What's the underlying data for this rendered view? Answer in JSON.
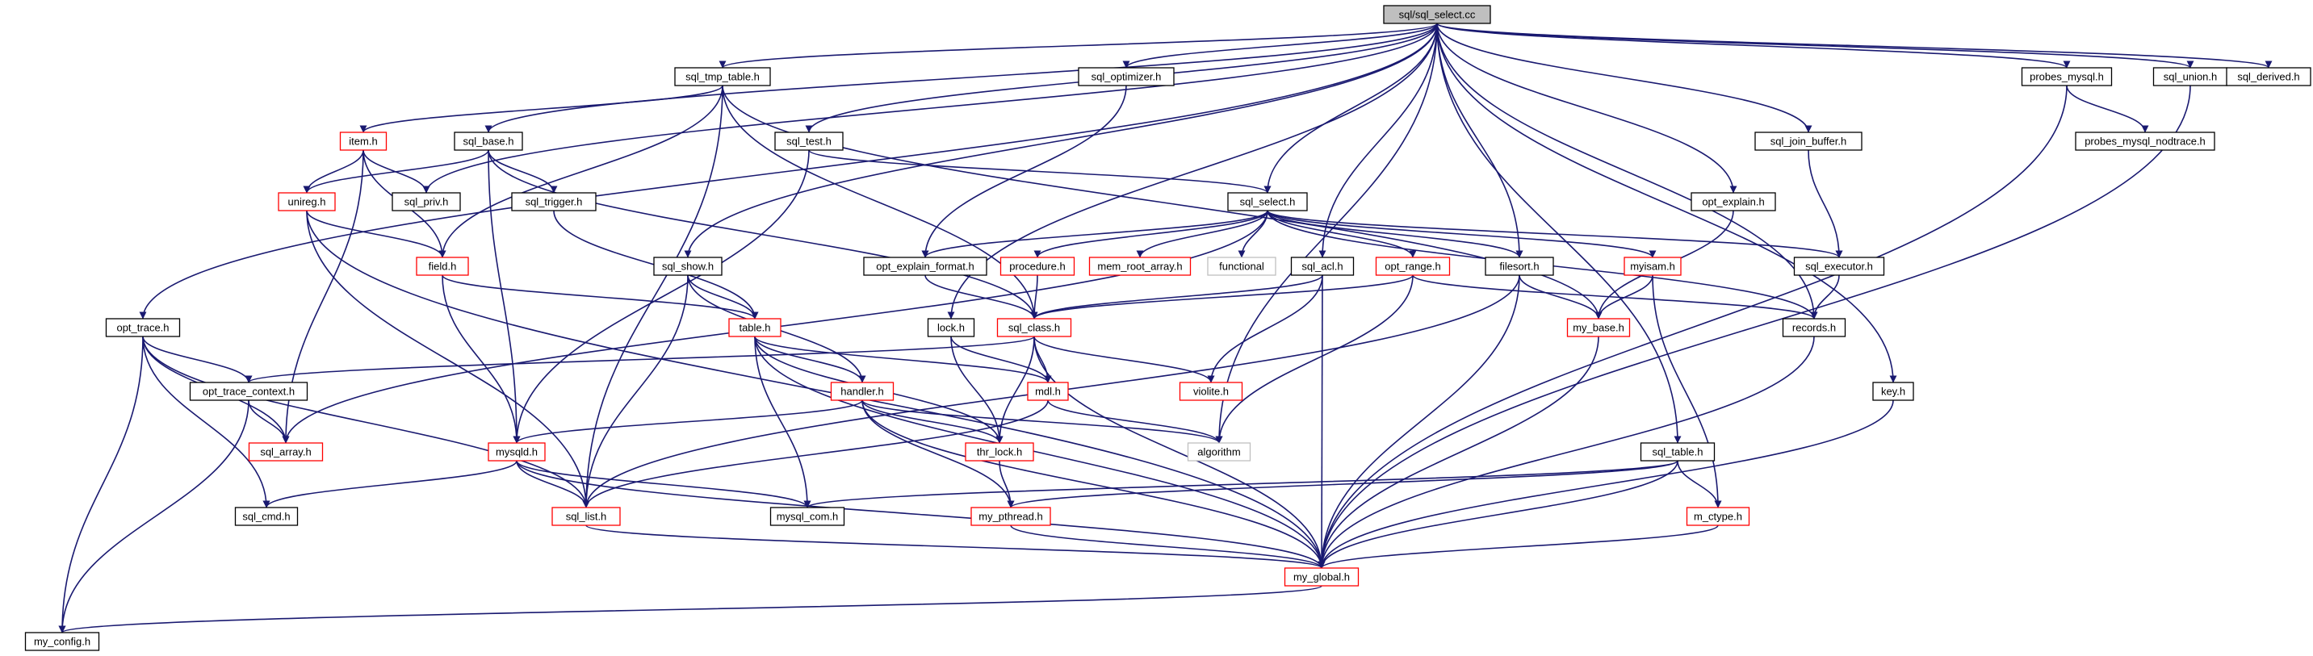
{
  "colors": {
    "edge": "#191970",
    "root_fill": "#bfbfbf",
    "root_border": "#000000",
    "default_border": "#000000",
    "truncated_border": "#ff0000",
    "external_border": "#bfbfbf",
    "external_text": "#6e6e6e",
    "node_fill": "#ffffff"
  },
  "graph": {
    "root": "sql/sql_select.cc",
    "nodes": [
      {
        "id": "sql_select_cc",
        "label": "sql/sql_select.cc",
        "kind": "root"
      },
      {
        "id": "sql_tmp_table_h",
        "label": "sql_tmp_table.h",
        "kind": "default"
      },
      {
        "id": "sql_optimizer_h",
        "label": "sql_optimizer.h",
        "kind": "default"
      },
      {
        "id": "probes_mysql_h",
        "label": "probes_mysql.h",
        "kind": "default"
      },
      {
        "id": "sql_union_h",
        "label": "sql_union.h",
        "kind": "default"
      },
      {
        "id": "sql_derived_h",
        "label": "sql_derived.h",
        "kind": "default"
      },
      {
        "id": "item_h",
        "label": "item.h",
        "kind": "truncated"
      },
      {
        "id": "sql_base_h",
        "label": "sql_base.h",
        "kind": "default"
      },
      {
        "id": "sql_test_h",
        "label": "sql_test.h",
        "kind": "default"
      },
      {
        "id": "sql_join_buffer_h",
        "label": "sql_join_buffer.h",
        "kind": "default"
      },
      {
        "id": "probes_mysql_nodtrace_h",
        "label": "probes_mysql_nodtrace.h",
        "kind": "default"
      },
      {
        "id": "unireg_h",
        "label": "unireg.h",
        "kind": "truncated"
      },
      {
        "id": "sql_priv_h",
        "label": "sql_priv.h",
        "kind": "default"
      },
      {
        "id": "sql_trigger_h",
        "label": "sql_trigger.h",
        "kind": "default"
      },
      {
        "id": "sql_select_h",
        "label": "sql_select.h",
        "kind": "default"
      },
      {
        "id": "opt_explain_h",
        "label": "opt_explain.h",
        "kind": "default"
      },
      {
        "id": "opt_explain_format_h",
        "label": "opt_explain_format.h",
        "kind": "default"
      },
      {
        "id": "procedure_h",
        "label": "procedure.h",
        "kind": "truncated"
      },
      {
        "id": "mem_root_array_h",
        "label": "mem_root_array.h",
        "kind": "truncated"
      },
      {
        "id": "functional",
        "label": "functional",
        "kind": "external"
      },
      {
        "id": "sql_acl_h",
        "label": "sql_acl.h",
        "kind": "default"
      },
      {
        "id": "opt_range_h",
        "label": "opt_range.h",
        "kind": "truncated"
      },
      {
        "id": "filesort_h",
        "label": "filesort.h",
        "kind": "default"
      },
      {
        "id": "myisam_h",
        "label": "myisam.h",
        "kind": "truncated"
      },
      {
        "id": "sql_executor_h",
        "label": "sql_executor.h",
        "kind": "default"
      },
      {
        "id": "field_h",
        "label": "field.h",
        "kind": "truncated"
      },
      {
        "id": "sql_show_h",
        "label": "sql_show.h",
        "kind": "default"
      },
      {
        "id": "opt_trace_h",
        "label": "opt_trace.h",
        "kind": "default"
      },
      {
        "id": "table_h",
        "label": "table.h",
        "kind": "truncated"
      },
      {
        "id": "lock_h",
        "label": "lock.h",
        "kind": "default"
      },
      {
        "id": "sql_class_h",
        "label": "sql_class.h",
        "kind": "truncated"
      },
      {
        "id": "my_base_h",
        "label": "my_base.h",
        "kind": "truncated"
      },
      {
        "id": "records_h",
        "label": "records.h",
        "kind": "default"
      },
      {
        "id": "opt_trace_context_h",
        "label": "opt_trace_context.h",
        "kind": "default"
      },
      {
        "id": "handler_h",
        "label": "handler.h",
        "kind": "truncated"
      },
      {
        "id": "mdl_h",
        "label": "mdl.h",
        "kind": "truncated"
      },
      {
        "id": "violite_h",
        "label": "violite.h",
        "kind": "truncated"
      },
      {
        "id": "key_h",
        "label": "key.h",
        "kind": "default"
      },
      {
        "id": "sql_array_h",
        "label": "sql_array.h",
        "kind": "truncated"
      },
      {
        "id": "thr_lock_h",
        "label": "thr_lock.h",
        "kind": "truncated"
      },
      {
        "id": "algorithm",
        "label": "algorithm",
        "kind": "external"
      },
      {
        "id": "mysqld_h",
        "label": "mysqld.h",
        "kind": "truncated"
      },
      {
        "id": "sql_table_h",
        "label": "sql_table.h",
        "kind": "default"
      },
      {
        "id": "sql_cmd_h",
        "label": "sql_cmd.h",
        "kind": "default"
      },
      {
        "id": "sql_list_h",
        "label": "sql_list.h",
        "kind": "truncated"
      },
      {
        "id": "mysql_com_h",
        "label": "mysql_com.h",
        "kind": "default"
      },
      {
        "id": "my_pthread_h",
        "label": "my_pthread.h",
        "kind": "truncated"
      },
      {
        "id": "m_ctype_h",
        "label": "m_ctype.h",
        "kind": "truncated"
      },
      {
        "id": "my_global_h",
        "label": "my_global.h",
        "kind": "truncated"
      },
      {
        "id": "my_config_h",
        "label": "my_config.h",
        "kind": "default"
      }
    ],
    "edges": [
      [
        "sql_select_cc",
        "sql_tmp_table_h"
      ],
      [
        "sql_select_cc",
        "sql_optimizer_h"
      ],
      [
        "sql_select_cc",
        "probes_mysql_h"
      ],
      [
        "sql_select_cc",
        "sql_union_h"
      ],
      [
        "sql_select_cc",
        "sql_derived_h"
      ],
      [
        "sql_select_cc",
        "sql_base_h"
      ],
      [
        "sql_select_cc",
        "sql_test_h"
      ],
      [
        "sql_select_cc",
        "sql_priv_h"
      ],
      [
        "sql_select_cc",
        "opt_trace_h"
      ],
      [
        "sql_select_cc",
        "sql_show_h"
      ],
      [
        "sql_select_cc",
        "lock_h"
      ],
      [
        "sql_select_cc",
        "sql_select_h"
      ],
      [
        "sql_select_cc",
        "sql_acl_h"
      ],
      [
        "sql_select_cc",
        "filesort_h"
      ],
      [
        "sql_select_cc",
        "opt_explain_h"
      ],
      [
        "sql_select_cc",
        "sql_join_buffer_h"
      ],
      [
        "sql_select_cc",
        "records_h"
      ],
      [
        "sql_select_cc",
        "key_h"
      ],
      [
        "sql_select_cc",
        "sql_table_h"
      ],
      [
        "sql_select_cc",
        "algorithm"
      ],
      [
        "sql_tmp_table_h",
        "item_h"
      ],
      [
        "sql_tmp_table_h",
        "field_h"
      ],
      [
        "sql_tmp_table_h",
        "sql_class_h"
      ],
      [
        "sql_tmp_table_h",
        "my_base_h"
      ],
      [
        "sql_tmp_table_h",
        "sql_list_h"
      ],
      [
        "sql_optimizer_h",
        "opt_explain_format_h"
      ],
      [
        "probes_mysql_h",
        "probes_mysql_nodtrace_h"
      ],
      [
        "probes_mysql_h",
        "my_global_h"
      ],
      [
        "sql_union_h",
        "my_global_h"
      ],
      [
        "item_h",
        "unireg_h"
      ],
      [
        "item_h",
        "sql_priv_h"
      ],
      [
        "item_h",
        "field_h"
      ],
      [
        "item_h",
        "sql_array_h"
      ],
      [
        "sql_base_h",
        "unireg_h"
      ],
      [
        "sql_base_h",
        "sql_trigger_h"
      ],
      [
        "sql_base_h",
        "sql_class_h"
      ],
      [
        "sql_base_h",
        "mysqld_h"
      ],
      [
        "sql_test_h",
        "sql_select_h"
      ],
      [
        "sql_test_h",
        "mysqld_h"
      ],
      [
        "sql_join_buffer_h",
        "sql_executor_h"
      ],
      [
        "unireg_h",
        "field_h"
      ],
      [
        "unireg_h",
        "sql_list_h"
      ],
      [
        "unireg_h",
        "my_global_h"
      ],
      [
        "sql_trigger_h",
        "table_h"
      ],
      [
        "sql_select_h",
        "opt_explain_format_h"
      ],
      [
        "sql_select_h",
        "procedure_h"
      ],
      [
        "sql_select_h",
        "mem_root_array_h"
      ],
      [
        "sql_select_h",
        "functional"
      ],
      [
        "sql_select_h",
        "opt_range_h"
      ],
      [
        "sql_select_h",
        "filesort_h"
      ],
      [
        "sql_select_h",
        "myisam_h"
      ],
      [
        "sql_select_h",
        "sql_executor_h"
      ],
      [
        "sql_select_h",
        "records_h"
      ],
      [
        "sql_select_h",
        "sql_array_h"
      ],
      [
        "opt_explain_h",
        "my_base_h"
      ],
      [
        "opt_explain_format_h",
        "sql_class_h"
      ],
      [
        "procedure_h",
        "sql_class_h"
      ],
      [
        "sql_acl_h",
        "sql_class_h"
      ],
      [
        "sql_acl_h",
        "violite_h"
      ],
      [
        "sql_acl_h",
        "my_global_h"
      ],
      [
        "opt_range_h",
        "sql_class_h"
      ],
      [
        "opt_range_h",
        "records_h"
      ],
      [
        "opt_range_h",
        "algorithm"
      ],
      [
        "filesort_h",
        "my_base_h"
      ],
      [
        "filesort_h",
        "my_global_h"
      ],
      [
        "filesort_h",
        "sql_list_h"
      ],
      [
        "myisam_h",
        "my_base_h"
      ],
      [
        "myisam_h",
        "m_ctype_h"
      ],
      [
        "sql_executor_h",
        "records_h"
      ],
      [
        "field_h",
        "table_h"
      ],
      [
        "field_h",
        "mysqld_h"
      ],
      [
        "sql_show_h",
        "table_h"
      ],
      [
        "sql_show_h",
        "handler_h"
      ],
      [
        "sql_show_h",
        "sql_list_h"
      ],
      [
        "opt_trace_h",
        "opt_trace_context_h"
      ],
      [
        "opt_trace_h",
        "sql_array_h"
      ],
      [
        "opt_trace_h",
        "sql_cmd_h"
      ],
      [
        "opt_trace_h",
        "sql_list_h"
      ],
      [
        "opt_trace_h",
        "my_config_h"
      ],
      [
        "table_h",
        "handler_h"
      ],
      [
        "table_h",
        "mdl_h"
      ],
      [
        "table_h",
        "thr_lock_h"
      ],
      [
        "table_h",
        "mysql_com_h"
      ],
      [
        "table_h",
        "my_global_h"
      ],
      [
        "lock_h",
        "mdl_h"
      ],
      [
        "lock_h",
        "thr_lock_h"
      ],
      [
        "sql_class_h",
        "opt_trace_context_h"
      ],
      [
        "sql_class_h",
        "mdl_h"
      ],
      [
        "sql_class_h",
        "violite_h"
      ],
      [
        "sql_class_h",
        "thr_lock_h"
      ],
      [
        "sql_class_h",
        "my_global_h"
      ],
      [
        "my_base_h",
        "my_global_h"
      ],
      [
        "records_h",
        "my_global_h"
      ],
      [
        "opt_trace_context_h",
        "sql_array_h"
      ],
      [
        "opt_trace_context_h",
        "my_config_h"
      ],
      [
        "handler_h",
        "mysqld_h"
      ],
      [
        "handler_h",
        "algorithm"
      ],
      [
        "handler_h",
        "thr_lock_h"
      ],
      [
        "handler_h",
        "my_pthread_h"
      ],
      [
        "handler_h",
        "my_global_h"
      ],
      [
        "mdl_h",
        "algorithm"
      ],
      [
        "mdl_h",
        "sql_list_h"
      ],
      [
        "key_h",
        "my_global_h"
      ],
      [
        "thr_lock_h",
        "my_pthread_h"
      ],
      [
        "mysqld_h",
        "sql_cmd_h"
      ],
      [
        "mysqld_h",
        "sql_list_h"
      ],
      [
        "mysqld_h",
        "mysql_com_h"
      ],
      [
        "mysqld_h",
        "my_global_h"
      ],
      [
        "sql_table_h",
        "mysql_com_h"
      ],
      [
        "sql_table_h",
        "my_pthread_h"
      ],
      [
        "sql_table_h",
        "m_ctype_h"
      ],
      [
        "sql_table_h",
        "my_global_h"
      ],
      [
        "sql_list_h",
        "my_global_h"
      ],
      [
        "my_pthread_h",
        "my_global_h"
      ],
      [
        "m_ctype_h",
        "my_global_h"
      ],
      [
        "my_global_h",
        "my_config_h"
      ]
    ]
  }
}
